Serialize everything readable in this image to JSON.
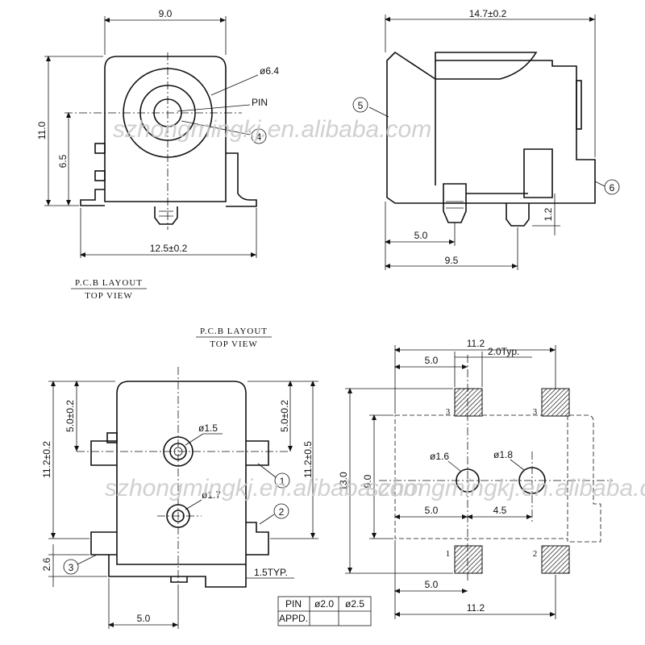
{
  "watermark": "szhongmingkj.en.alibaba.com",
  "top_left_view": {
    "dim_width": "9.0",
    "dim_height": "11.0",
    "dim_pin_height": "6.5",
    "dim_base": "12.5±0.2",
    "label_diameter": "ø6.4",
    "label_pin": "PIN",
    "callout_4": "4"
  },
  "top_right_view": {
    "dim_length": "14.7±0.2",
    "dim_5": "5.0",
    "dim_95": "9.5",
    "dim_12": "1.2",
    "callout_5": "5",
    "callout_6": "6"
  },
  "pcb_label_1": {
    "line1": "P.C.B LAYOUT",
    "line2": "TOP VIEW"
  },
  "pcb_label_2": {
    "line1": "P.C.B LAYOUT",
    "line2": "TOP VIEW"
  },
  "bottom_left_view": {
    "dim_left_total": "11.2±0.2",
    "dim_left_upper": "5.0±0.2",
    "dim_right_upper": "5.0±0.2",
    "dim_right_total": "11.2±0.5",
    "label_d15": "ø1.5",
    "label_d17": "ø1.7",
    "dim_26": "2.6",
    "dim_bottom": "5.0",
    "label_typ": "1.5TYP.",
    "callout_1": "1",
    "callout_2": "2",
    "callout_3": "3"
  },
  "bottom_right_view": {
    "dim_top": "11.2",
    "dim_top_5": "5.0",
    "dim_typ": "2.0Typ.",
    "dim_13": "13.0",
    "dim_9": "9.0",
    "label_d16": "ø1.6",
    "label_d18": "ø1.8",
    "dim_mid_5": "5.0",
    "dim_mid_45": "4.5",
    "dim_bot_5": "5.0",
    "dim_bot_112": "11.2",
    "pad_num_top_left": "3",
    "pad_num_top_right": "3",
    "pad_num_bot_left": "1",
    "pad_num_bot_right": "2"
  },
  "table": {
    "row1": [
      "PIN",
      "ø2.0",
      "ø2.5"
    ],
    "row2": [
      "APPD.",
      "",
      ""
    ]
  }
}
